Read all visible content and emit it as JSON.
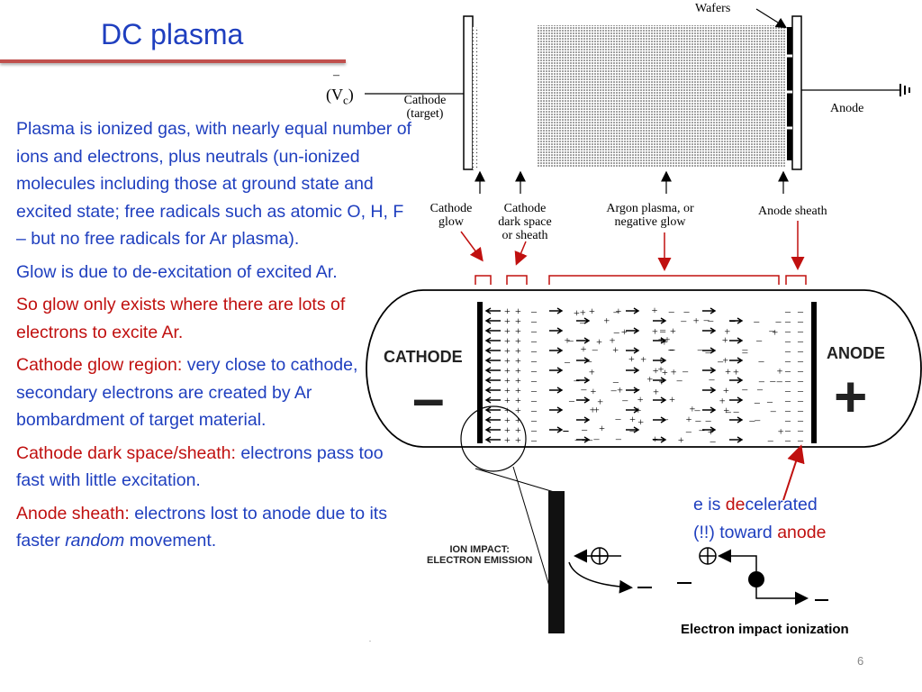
{
  "title": "DC plasma",
  "bullets": [
    {
      "blue": "Plasma is ionized gas, with nearly equal number of ions and electrons,  plus neutrals (un-ionized molecules including those at ground state and excited state; free radicals such as atomic O, H, F – but no free radicals for Ar plasma)."
    },
    {
      "blue": "Glow is due to de-excitation of excited Ar."
    },
    {
      "red": "So glow only exists where there are lots of electrons to excite Ar."
    },
    {
      "red": "Cathode glow region:",
      "blue": " very close to cathode, secondary electrons are created by Ar bombardment of target material."
    },
    {
      "red": "Cathode dark space/sheath:",
      "blue": " electrons pass too fast with little excitation."
    },
    {
      "red": "Anode sheath:",
      "blue": " electrons lost to anode due to its faster ",
      "italic": "random",
      "blue_end": " movement."
    }
  ],
  "top_diagram": {
    "wafers": "Wafers",
    "vc_minus": "–",
    "vc_label": "(V",
    "vc_sub": "c",
    "vc_close": ")",
    "cathode_line1": "Cathode",
    "cathode_line2": "(target)",
    "anode": "Anode",
    "cathode_glow_1": "Cathode",
    "cathode_glow_2": "glow",
    "dark_space_1": "Cathode",
    "dark_space_2": "dark space",
    "dark_space_3": "or sheath",
    "argon_1": "Argon plasma, or",
    "argon_2": "negative glow",
    "anode_sheath": "Anode sheath"
  },
  "tube": {
    "cathode": "CATHODE",
    "anode": "ANODE",
    "minus": "–",
    "plus": "+"
  },
  "inset": {
    "ion_impact_1": "ION IMPACT:",
    "ion_impact_2": "ELECTRON EMISSION"
  },
  "right_note": {
    "p1": "e is ",
    "p2": "de",
    "p3": "celerated",
    "p4": "(!!) toward ",
    "p5": "anode"
  },
  "caption": "Electron impact ionization",
  "page_number": "6"
}
